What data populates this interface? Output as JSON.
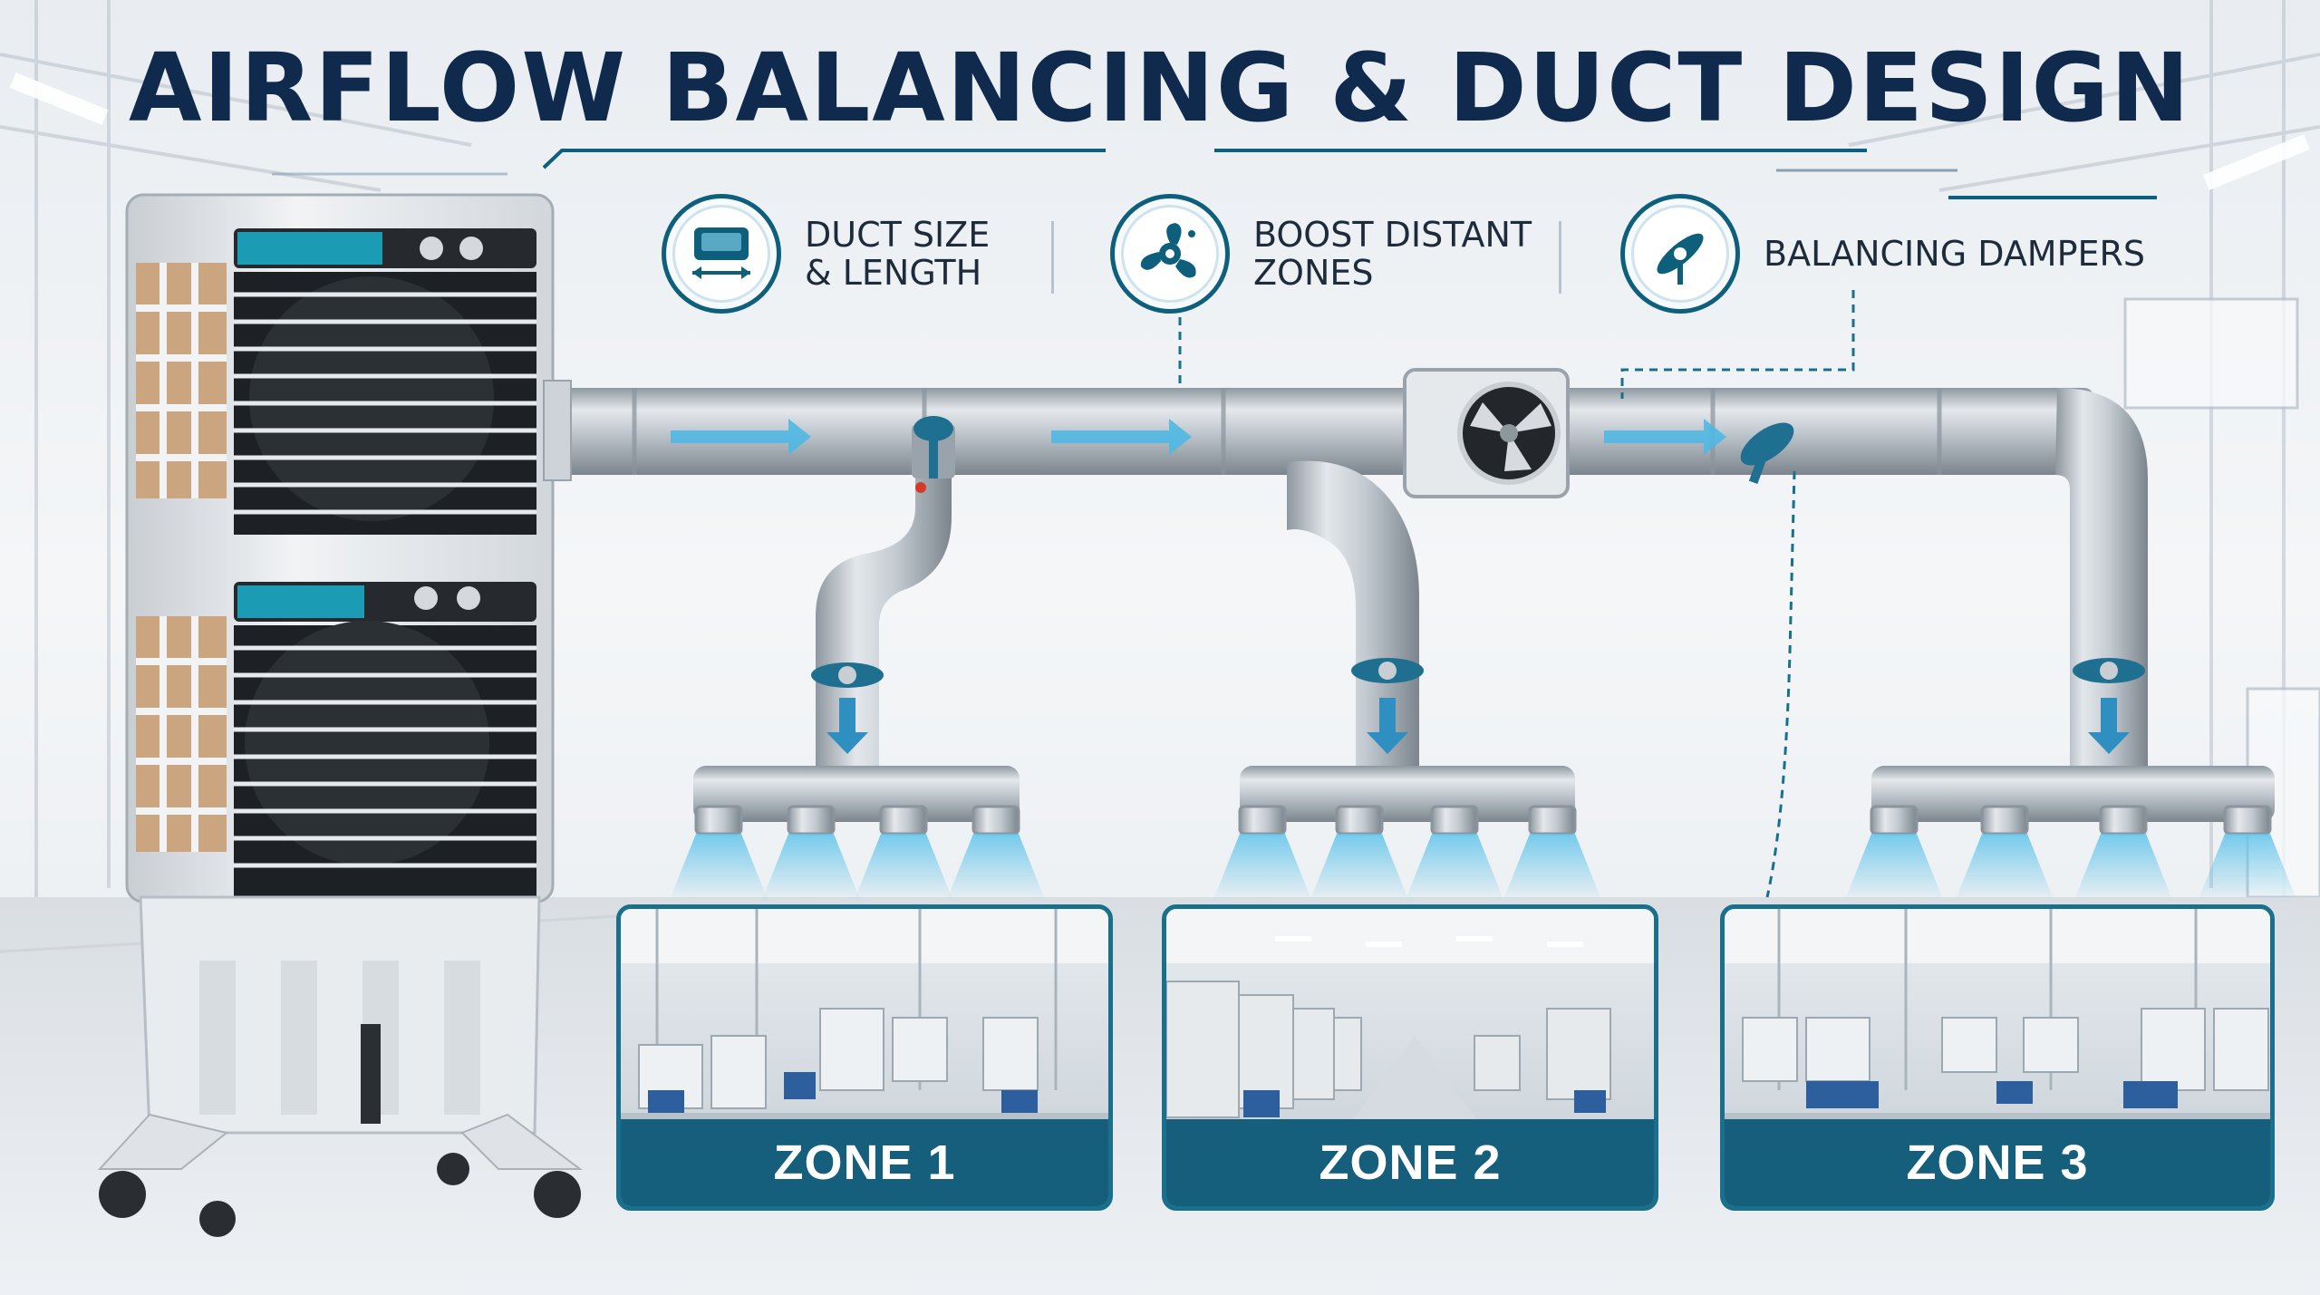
{
  "title": "AIRFLOW BALANCING & DUCT DESIGN",
  "features": [
    {
      "icon": "duct-size-icon",
      "label": "DUCT SIZE\n& LENGTH"
    },
    {
      "icon": "boost-fan-icon",
      "label": "BOOST DISTANT\nZONES"
    },
    {
      "icon": "damper-icon",
      "label": "BALANCING DAMPERS"
    }
  ],
  "zones": [
    {
      "label": "ZONE 1"
    },
    {
      "label": "ZONE 2"
    },
    {
      "label": "ZONE 3"
    }
  ],
  "colors": {
    "title": "#0f2a4d",
    "accent": "#1a6f8c",
    "airflow": "#2aa0d4",
    "duct": "#b9c2ca"
  }
}
